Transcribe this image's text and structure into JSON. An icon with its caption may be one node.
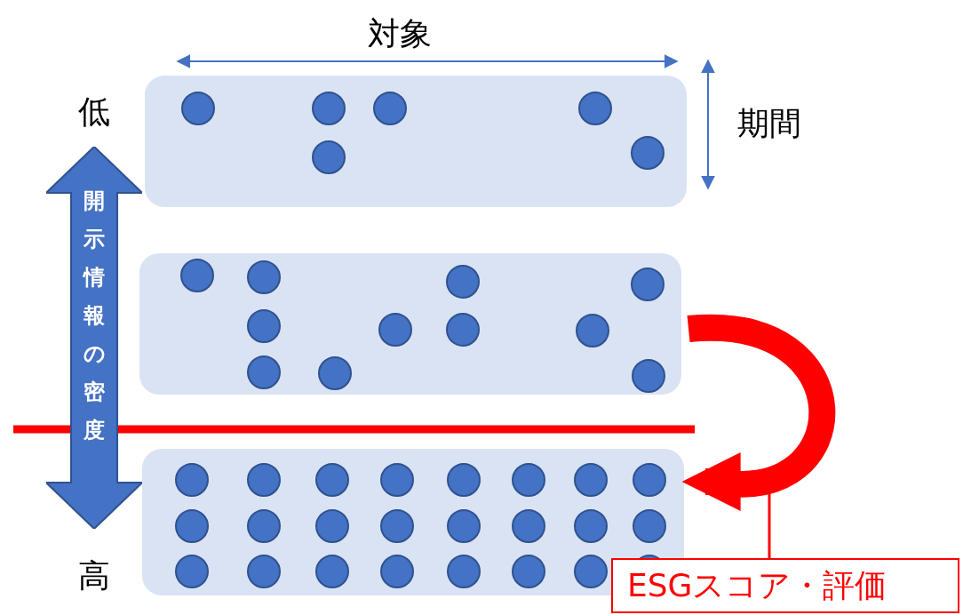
{
  "diagram": {
    "nodes": [
      {
        "text": [
          "開示情報の密度"
        ]
      },
      {
        "text": [],
        "shape": "box"
      },
      {
        "text": [],
        "shape": "box"
      },
      {
        "text": [],
        "shape": "box"
      },
      {
        "text": [
          "ESGスコア・評価"
        ]
      }
    ],
    "edges": [
      {
        "from": 2,
        "to": 3,
        "arrow": "to",
        "style": "thick",
        "color": "#ff0000"
      },
      {
        "from": 4,
        "to": null,
        "arrow": "none",
        "color": "#ff0000"
      }
    ],
    "labels": [
      "対象",
      "期間",
      "低",
      "高"
    ]
  }
}
